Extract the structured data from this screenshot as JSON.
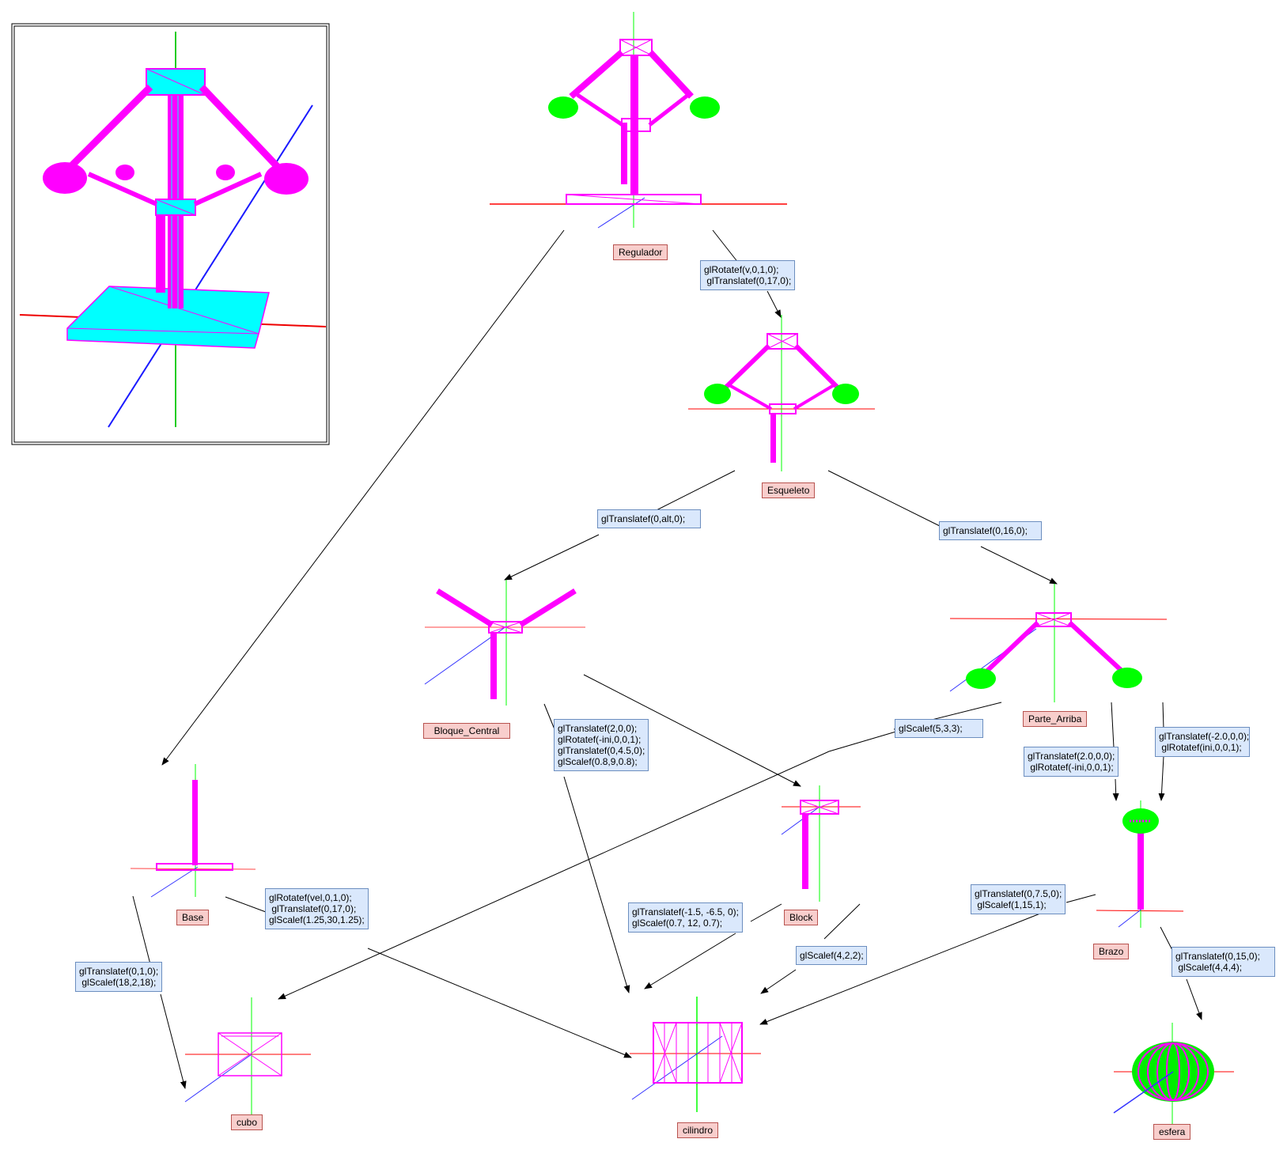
{
  "nodes": {
    "regulador": "Regulador",
    "esqueleto": "Esqueleto",
    "bloque_central": "Bloque_Central",
    "parte_arriba": "Parte_Arriba",
    "base": "Base",
    "block": "Block",
    "brazo": "Brazo",
    "cubo": "cubo",
    "cilindro": "cilindro",
    "esfera": "esfera"
  },
  "transforms": {
    "reg_to_esq": "glRotatef(v,0,1,0);\n glTranslatef(0,17,0);",
    "esq_to_bloque": "glTranslatef(0,alt,0);",
    "esq_to_parte": "glTranslatef(0,16,0);",
    "bloque_to_cilindro": "glTranslatef(2,0,0);\nglRotatef(-ini,0,0,1);\nglTranslatef(0,4.5,0);\nglScalef(0.8,9,0.8);",
    "parte_to_cubo": "glScalef(5,3,3);",
    "parte_to_brazo_a": "glTranslatef(2.0,0,0);\n glRotatef(-ini,0,0,1);",
    "parte_to_brazo_b": "glTranslatef(-2.0,0,0);\n glRotatef(ini,0,0,1);",
    "base_to_cubo": "glTranslatef(0,1,0);\n glScalef(18,2,18);",
    "base_to_cilindro": "glRotatef(vel,0,1,0);\n glTranslatef(0,17,0);\nglScalef(1.25,30,1.25);",
    "block_to_cilindro_a": "glTranslatef(-1.5, -6.5, 0);\nglScalef(0.7, 12, 0.7);",
    "block_to_cilindro_b": "glScalef(4,2,2);",
    "brazo_to_cilindro": "glTranslatef(0,7.5,0);\n glScalef(1,15,1);",
    "brazo_to_esfera": "glTranslatef(0,15,0);\n glScalef(4,4,4);"
  },
  "colors": {
    "magenta": "#ff00ff",
    "green": "#00ff00",
    "cyan": "#00ffff",
    "red": "#ff0000",
    "blue": "#0000ff",
    "label_fill": "#f8cecc",
    "label_border": "#b85450",
    "op_fill": "#dae8fc",
    "op_border": "#6c8ebf"
  }
}
